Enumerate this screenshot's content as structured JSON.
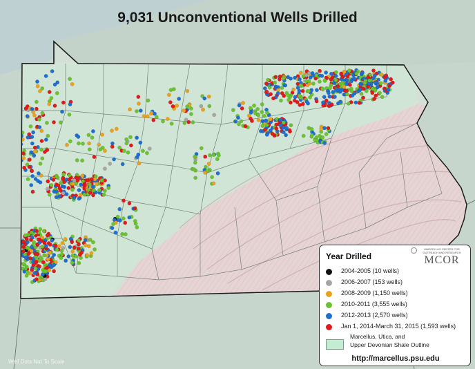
{
  "title": "9,031 Unconventional Wells Drilled",
  "footnote": "Well Dots Not To Scale",
  "legend": {
    "title": "Year Drilled",
    "org_small": "MARCELLUS CENTER FOR OUTREACH AND RESEARCH",
    "org_name": "MCOR",
    "items": [
      {
        "label": "2004-2005 (10 wells)",
        "color": "#111111",
        "wells": 10
      },
      {
        "label": "2006-2007 (153 wells)",
        "color": "#a6a6a6",
        "wells": 153
      },
      {
        "label": "2008-2009 (1,150 wells)",
        "color": "#e8a21f",
        "wells": 1150
      },
      {
        "label": "2010-2011 (3,555 wells)",
        "color": "#6cc233",
        "wells": 3555
      },
      {
        "label": "2012-2013 (2,570 wells)",
        "color": "#1f6fd1",
        "wells": 2570
      },
      {
        "label": "Jan 1, 2014-March 31, 2015 (1,593 wells)",
        "color": "#e01b1b",
        "wells": 1593
      }
    ],
    "shale_label_line1": "Marcellus, Utica, and",
    "shale_label_line2": "Upper Devonian Shale Outline",
    "shale_color": "#c4ecd2",
    "url": "http://marcellus.psu.edu"
  },
  "colors": {
    "background": "#c9d7cf",
    "shale_fill": "#cfe6d6",
    "ridge_fill": "#e7d3d3",
    "border": "#1a1a1a"
  }
}
